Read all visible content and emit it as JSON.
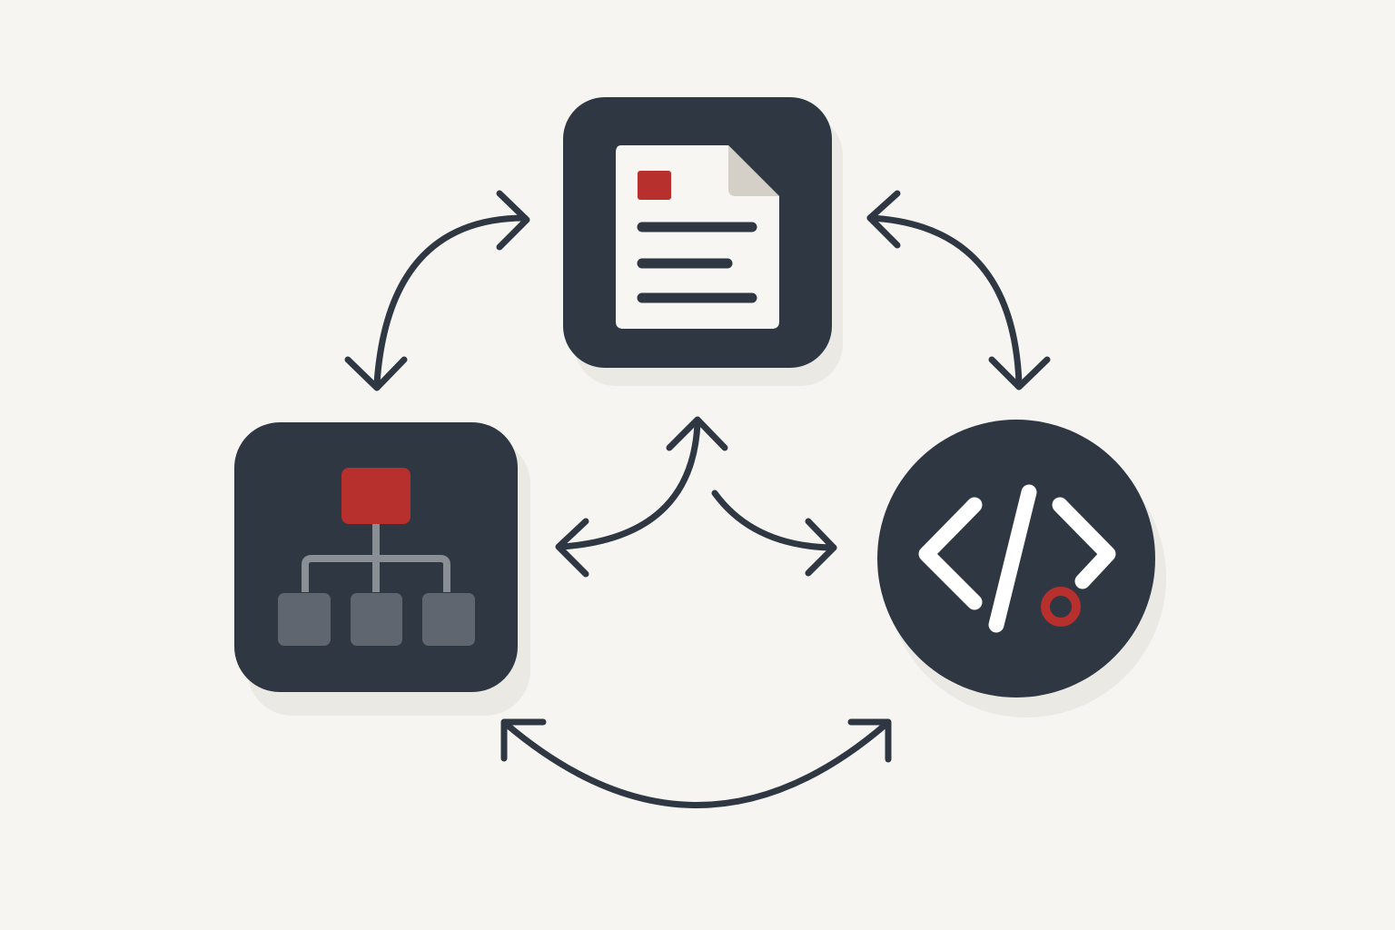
{
  "colors": {
    "background": "#f6f5f1",
    "tile": "#2e3742",
    "accent": "#b8302e",
    "node_gray": "#5f6670",
    "connector_gray": "#8a8f96",
    "paper": "#f7f6f2",
    "paper_fold": "#d4d0c8",
    "shadow": "#ebe9e3",
    "arrow": "#2e3742"
  },
  "nodes": [
    {
      "id": "document",
      "icon": "document-icon"
    },
    {
      "id": "hierarchy",
      "icon": "hierarchy-icon"
    },
    {
      "id": "code",
      "icon": "code-icon"
    }
  ],
  "connections": [
    {
      "from": "document",
      "to": "hierarchy",
      "direction": "bidirectional"
    },
    {
      "from": "document",
      "to": "code",
      "direction": "bidirectional"
    },
    {
      "from": "hierarchy",
      "to": "code",
      "direction": "bidirectional"
    },
    {
      "from": "center",
      "to": "document",
      "direction": "bidirectional"
    },
    {
      "from": "center",
      "to": "code",
      "direction": "one-way"
    }
  ]
}
